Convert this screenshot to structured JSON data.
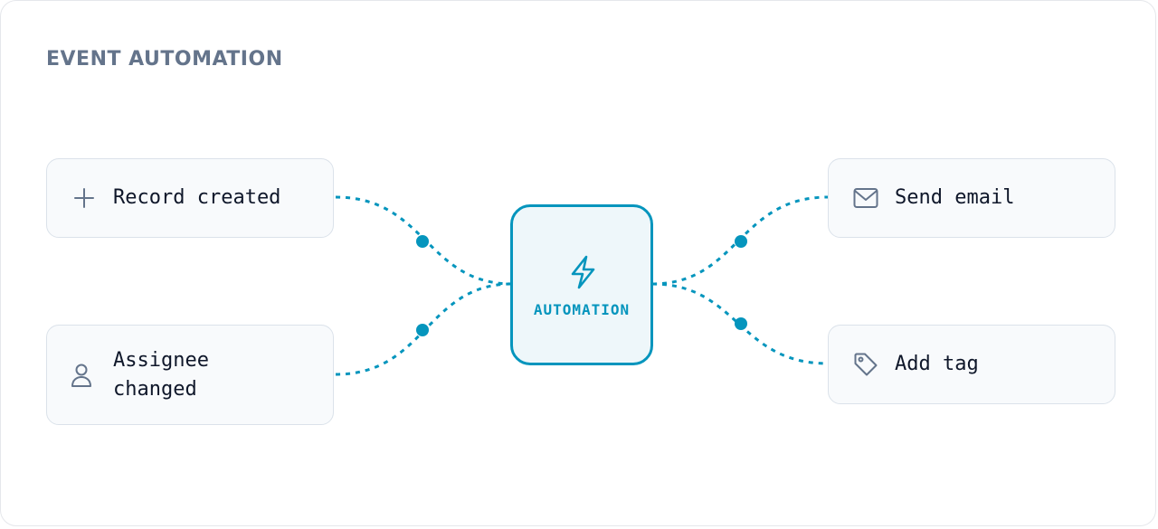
{
  "title": "EVENT AUTOMATION",
  "triggers": [
    {
      "label": "Record created",
      "icon": "plus-icon"
    },
    {
      "label": "Assignee\nchanged",
      "icon": "user-icon"
    }
  ],
  "hub": {
    "label": "AUTOMATION",
    "icon": "lightning-bolt-icon"
  },
  "actions": [
    {
      "label": "Send email",
      "icon": "mail-icon"
    },
    {
      "label": "Add tag",
      "icon": "tag-icon"
    }
  ],
  "colors": {
    "accent": "#0595bd",
    "title": "#64748b",
    "node_border": "#dbe2ea",
    "node_bg": "#f8fafc",
    "icon": "#64748b"
  }
}
